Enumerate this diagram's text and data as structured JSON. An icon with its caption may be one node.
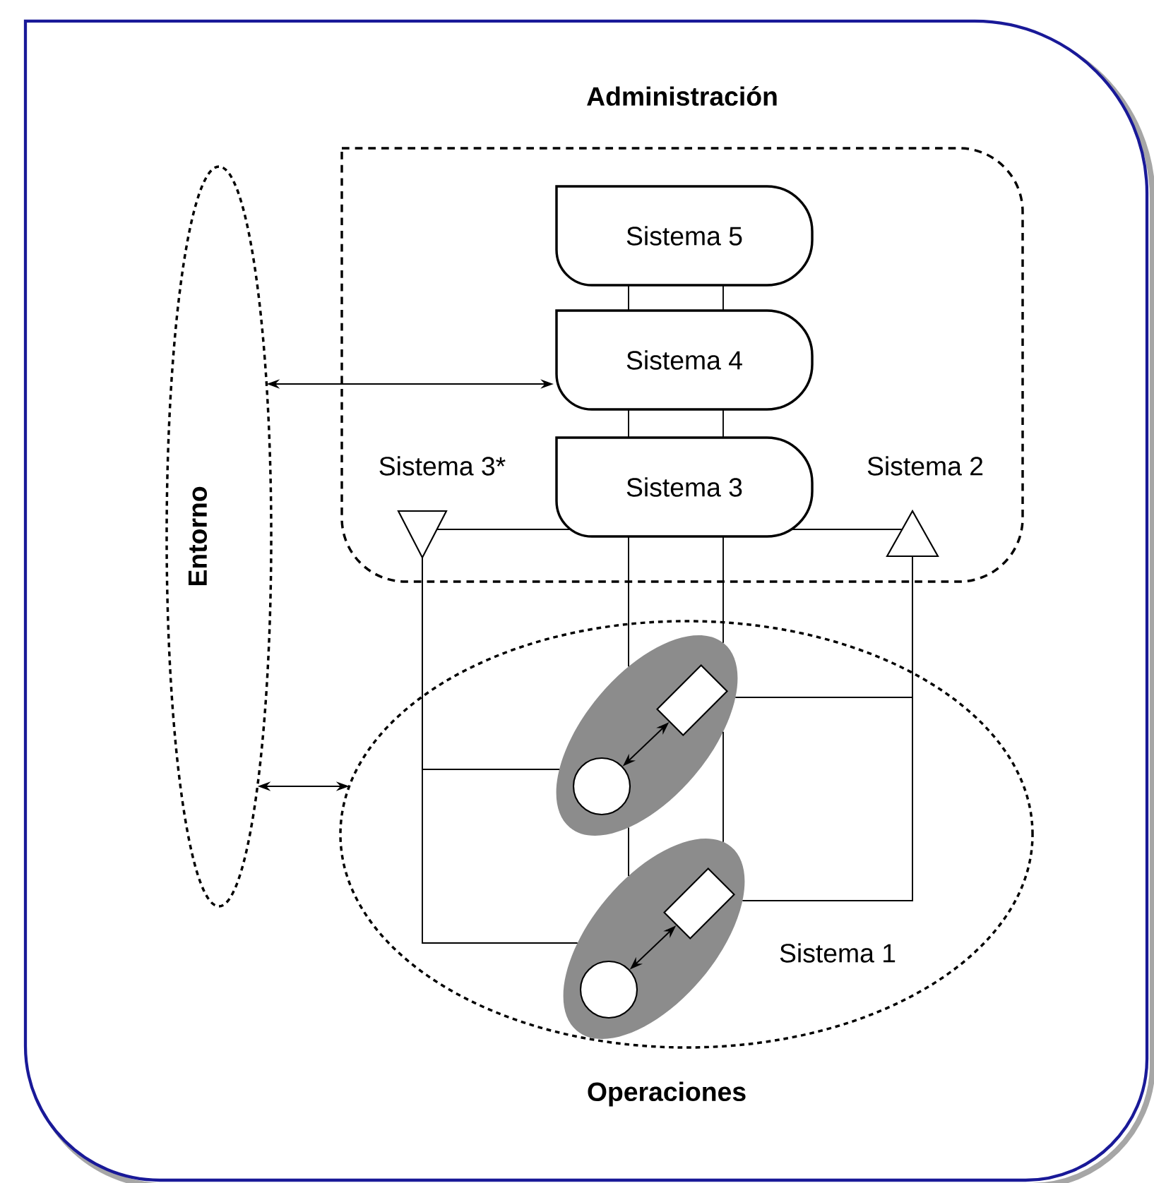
{
  "diagram": {
    "nodes": [
      {
        "text": [
          "Administración"
        ]
      },
      {
        "text": [
          "Sistema 5"
        ],
        "in": 0
      },
      {
        "text": [
          "Sistema 4"
        ],
        "in": 0
      },
      {
        "text": [
          "Sistema 3"
        ],
        "in": 0
      },
      {
        "text": [
          "Sistema 3*"
        ],
        "in": 0
      },
      {
        "text": [
          "Sistema 2"
        ],
        "in": 0
      },
      {
        "text": [
          "Entorno"
        ]
      },
      {
        "text": [
          "Operaciones"
        ]
      },
      {
        "text": [],
        "shape": "ellipse",
        "in": 7
      },
      {
        "text": [],
        "shape": "box",
        "in": 8
      },
      {
        "text": [],
        "shape": "circle",
        "in": 8
      },
      {
        "text": [],
        "shape": "ellipse",
        "in": 7
      },
      {
        "text": [],
        "shape": "box",
        "in": 11
      },
      {
        "text": [],
        "shape": "circle",
        "in": 11
      }
    ],
    "edges": [
      {
        "from": 6,
        "to": 2,
        "arrow": "both"
      },
      {
        "from": 6,
        "to": 7,
        "arrow": "both"
      },
      {
        "from": 1,
        "to": 2,
        "arrow": "none"
      },
      {
        "from": 1,
        "to": 2,
        "arrow": "none"
      },
      {
        "from": 2,
        "to": 3,
        "arrow": "none"
      },
      {
        "from": 2,
        "to": 3,
        "arrow": "none"
      },
      {
        "from": 4,
        "to": 3,
        "arrow": "none"
      },
      {
        "from": 3,
        "to": 5,
        "arrow": "none"
      },
      {
        "from": 3,
        "to": 8,
        "arrow": "none"
      },
      {
        "from": 3,
        "to": 8,
        "arrow": "none"
      },
      {
        "from": 8,
        "to": 11,
        "arrow": "none"
      },
      {
        "from": 8,
        "to": 11,
        "arrow": "none"
      },
      {
        "from": 4,
        "to": 8,
        "arrow": "none"
      },
      {
        "from": 4,
        "to": 11,
        "arrow": "none"
      },
      {
        "from": 5,
        "to": 8,
        "arrow": "none"
      },
      {
        "from": 5,
        "to": 11,
        "arrow": "none"
      },
      {
        "from": 10,
        "to": 9,
        "arrow": "both"
      },
      {
        "from": 13,
        "to": 12,
        "arrow": "both"
      }
    ],
    "labels": [
      "Sistema 1"
    ]
  }
}
